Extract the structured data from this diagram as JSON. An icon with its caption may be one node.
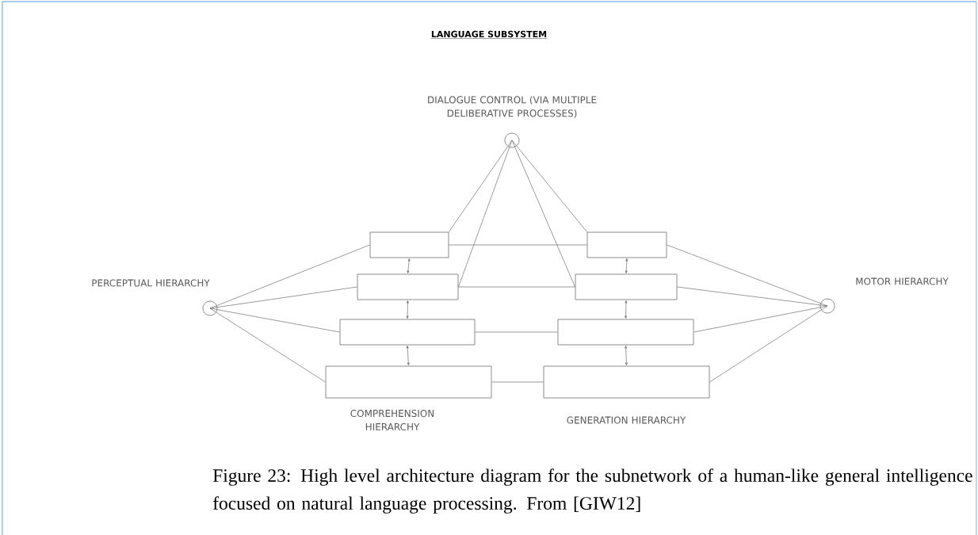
{
  "diagram": {
    "title": "LANGUAGE SUBSYSTEM",
    "caption": "Figure 23: High level architecture diagram for the subnetwork of a human-like general intelligence focused on natural language processing. From [GIW12]",
    "nodes": [
      {
        "text": [],
        "shape": "circle",
        "beside": [
          "DIALOGUE CONTROL (VIA MULTIPLE DELIBERATIVE PROCESSES)"
        ]
      },
      {
        "text": [],
        "shape": "circle",
        "beside": [
          "PERCEPTUAL HIERARCHY"
        ]
      },
      {
        "text": [],
        "shape": "circle",
        "beside": [
          "MOTOR HIERARCHY"
        ]
      },
      {
        "text": [],
        "shape": "box"
      },
      {
        "text": [],
        "shape": "box"
      },
      {
        "text": [],
        "shape": "box"
      },
      {
        "text": [],
        "shape": "box",
        "beside": [
          "COMPREHENSION HIERARCHY"
        ]
      },
      {
        "text": [],
        "shape": "box"
      },
      {
        "text": [],
        "shape": "box"
      },
      {
        "text": [],
        "shape": "box"
      },
      {
        "text": [],
        "shape": "box",
        "beside": [
          "GENERATION HIERARCHY"
        ]
      }
    ],
    "edges": [
      {
        "from": 0,
        "to": 3,
        "arrow": "none"
      },
      {
        "from": 0,
        "to": 4,
        "arrow": "none"
      },
      {
        "from": 0,
        "to": 7,
        "arrow": "none"
      },
      {
        "from": 0,
        "to": 8,
        "arrow": "none"
      },
      {
        "from": 1,
        "to": 3,
        "arrow": "none"
      },
      {
        "from": 1,
        "to": 4,
        "arrow": "none"
      },
      {
        "from": 1,
        "to": 5,
        "arrow": "none"
      },
      {
        "from": 1,
        "to": 6,
        "arrow": "none"
      },
      {
        "from": 2,
        "to": 7,
        "arrow": "none"
      },
      {
        "from": 2,
        "to": 8,
        "arrow": "none"
      },
      {
        "from": 2,
        "to": 9,
        "arrow": "none"
      },
      {
        "from": 2,
        "to": 10,
        "arrow": "none"
      },
      {
        "from": 3,
        "to": 7,
        "arrow": "none"
      },
      {
        "from": 4,
        "to": 8,
        "arrow": "none"
      },
      {
        "from": 5,
        "to": 9,
        "arrow": "none"
      },
      {
        "from": 6,
        "to": 10,
        "arrow": "none"
      },
      {
        "from": 3,
        "to": 4,
        "arrow": "both"
      },
      {
        "from": 4,
        "to": 5,
        "arrow": "both"
      },
      {
        "from": 5,
        "to": 6,
        "arrow": "both"
      },
      {
        "from": 7,
        "to": 8,
        "arrow": "both"
      },
      {
        "from": 8,
        "to": 9,
        "arrow": "both"
      },
      {
        "from": 9,
        "to": 10,
        "arrow": "both"
      }
    ]
  }
}
